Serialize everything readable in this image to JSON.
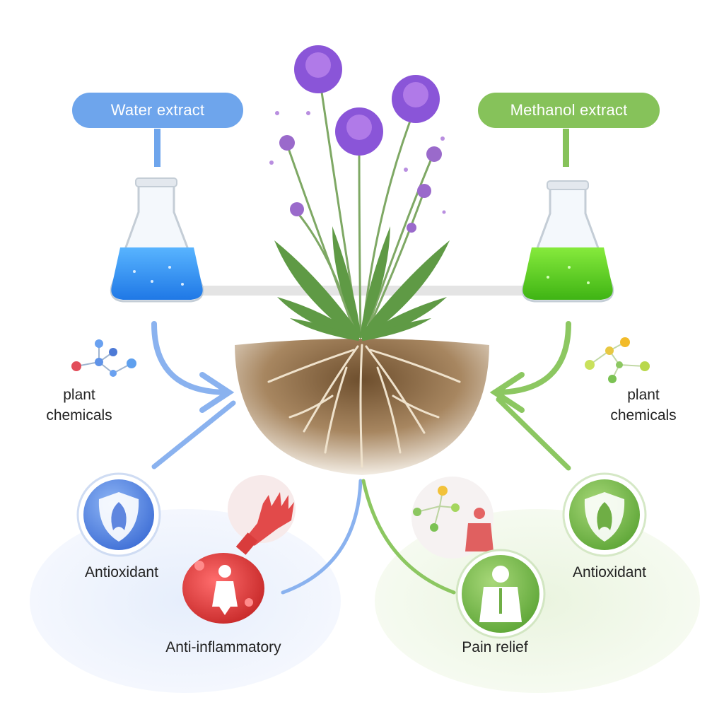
{
  "extracts": {
    "water": {
      "label": "Water extract",
      "color": "#6ea5ec",
      "liquid": "#2f8ff0"
    },
    "methanol": {
      "label": "Methanol extract",
      "color": "#86c25a",
      "liquid": "#55d21c"
    }
  },
  "chemicals": {
    "left_label": "plant\nchemicals",
    "right_label": "plant\nchemicals"
  },
  "effects": {
    "left_antioxidant": "Antioxidant",
    "anti_inflammatory": "Anti-inflammatory",
    "right_antioxidant": "Antioxidant",
    "pain_relief": "Pain relief"
  },
  "icons": [
    "flask-icon",
    "molecule-icon",
    "shield-leaf-icon",
    "hand-icon",
    "body-inflammation-icon",
    "person-icon",
    "plant-icon"
  ]
}
